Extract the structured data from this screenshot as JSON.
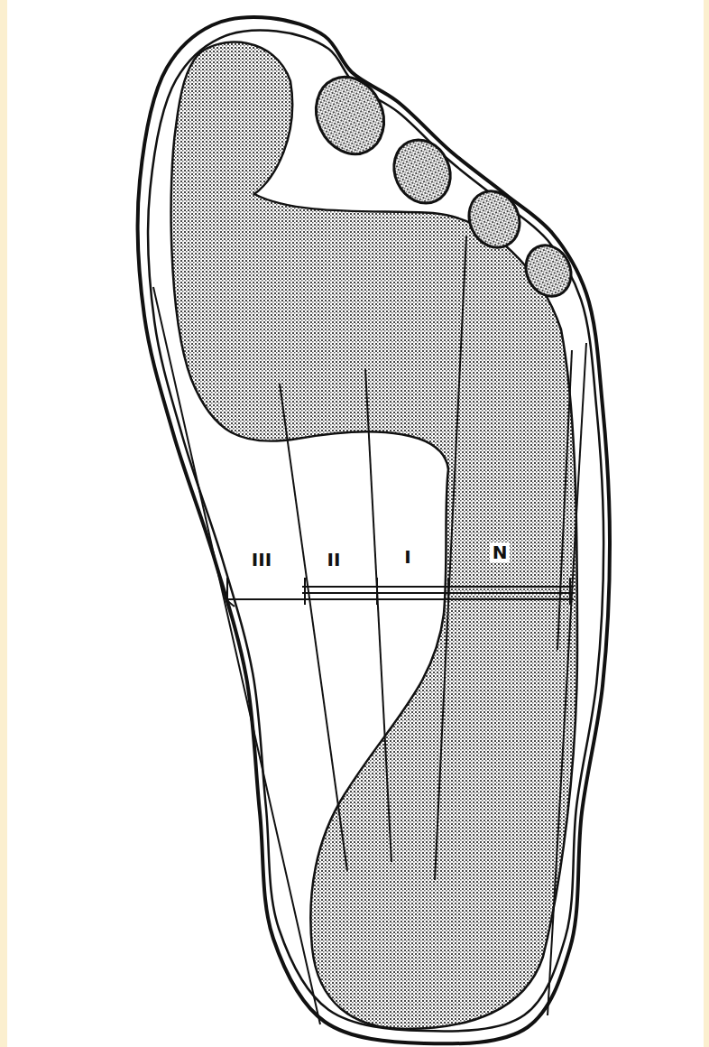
{
  "diagram": {
    "labels": [
      "III",
      "II",
      "I",
      "N"
    ]
  }
}
